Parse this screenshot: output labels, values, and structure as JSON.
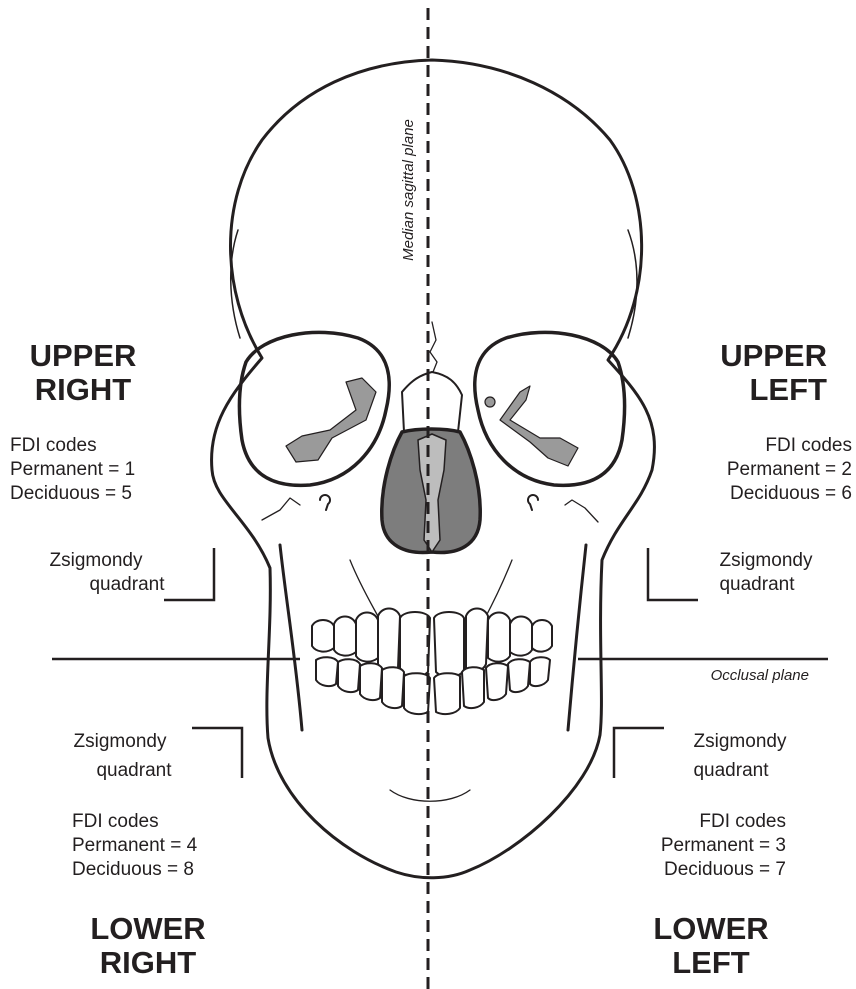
{
  "planes": {
    "median_sagittal": "Median sagittal plane",
    "occlusal": "Occlusal plane"
  },
  "quadrants": {
    "upper_right": {
      "title_line1": "UPPER",
      "title_line2": "RIGHT",
      "fdi_heading": "FDI codes",
      "permanent": "Permanent = 1",
      "deciduous": "Deciduous = 5",
      "zsig_line1": "Zsigmondy",
      "zsig_line2": "quadrant"
    },
    "upper_left": {
      "title_line1": "UPPER",
      "title_line2": "LEFT",
      "fdi_heading": "FDI codes",
      "permanent": "Permanent = 2",
      "deciduous": "Deciduous = 6",
      "zsig_line1": "Zsigmondy",
      "zsig_line2": "quadrant"
    },
    "lower_right": {
      "title_line1": "LOWER",
      "title_line2": "RIGHT",
      "fdi_heading": "FDI codes",
      "permanent": "Permanent = 4",
      "deciduous": "Deciduous = 8",
      "zsig_line1": "Zsigmondy",
      "zsig_line2": "quadrant"
    },
    "lower_left": {
      "title_line1": "LOWER",
      "title_line2": "LEFT",
      "fdi_heading": "FDI codes",
      "permanent": "Permanent = 3",
      "deciduous": "Deciduous = 7",
      "zsig_line1": "Zsigmondy",
      "zsig_line2": "quadrant"
    }
  },
  "colors": {
    "line": "#231f20",
    "shade": "#9a9a9a",
    "shade_dark": "#7d7d7d"
  }
}
